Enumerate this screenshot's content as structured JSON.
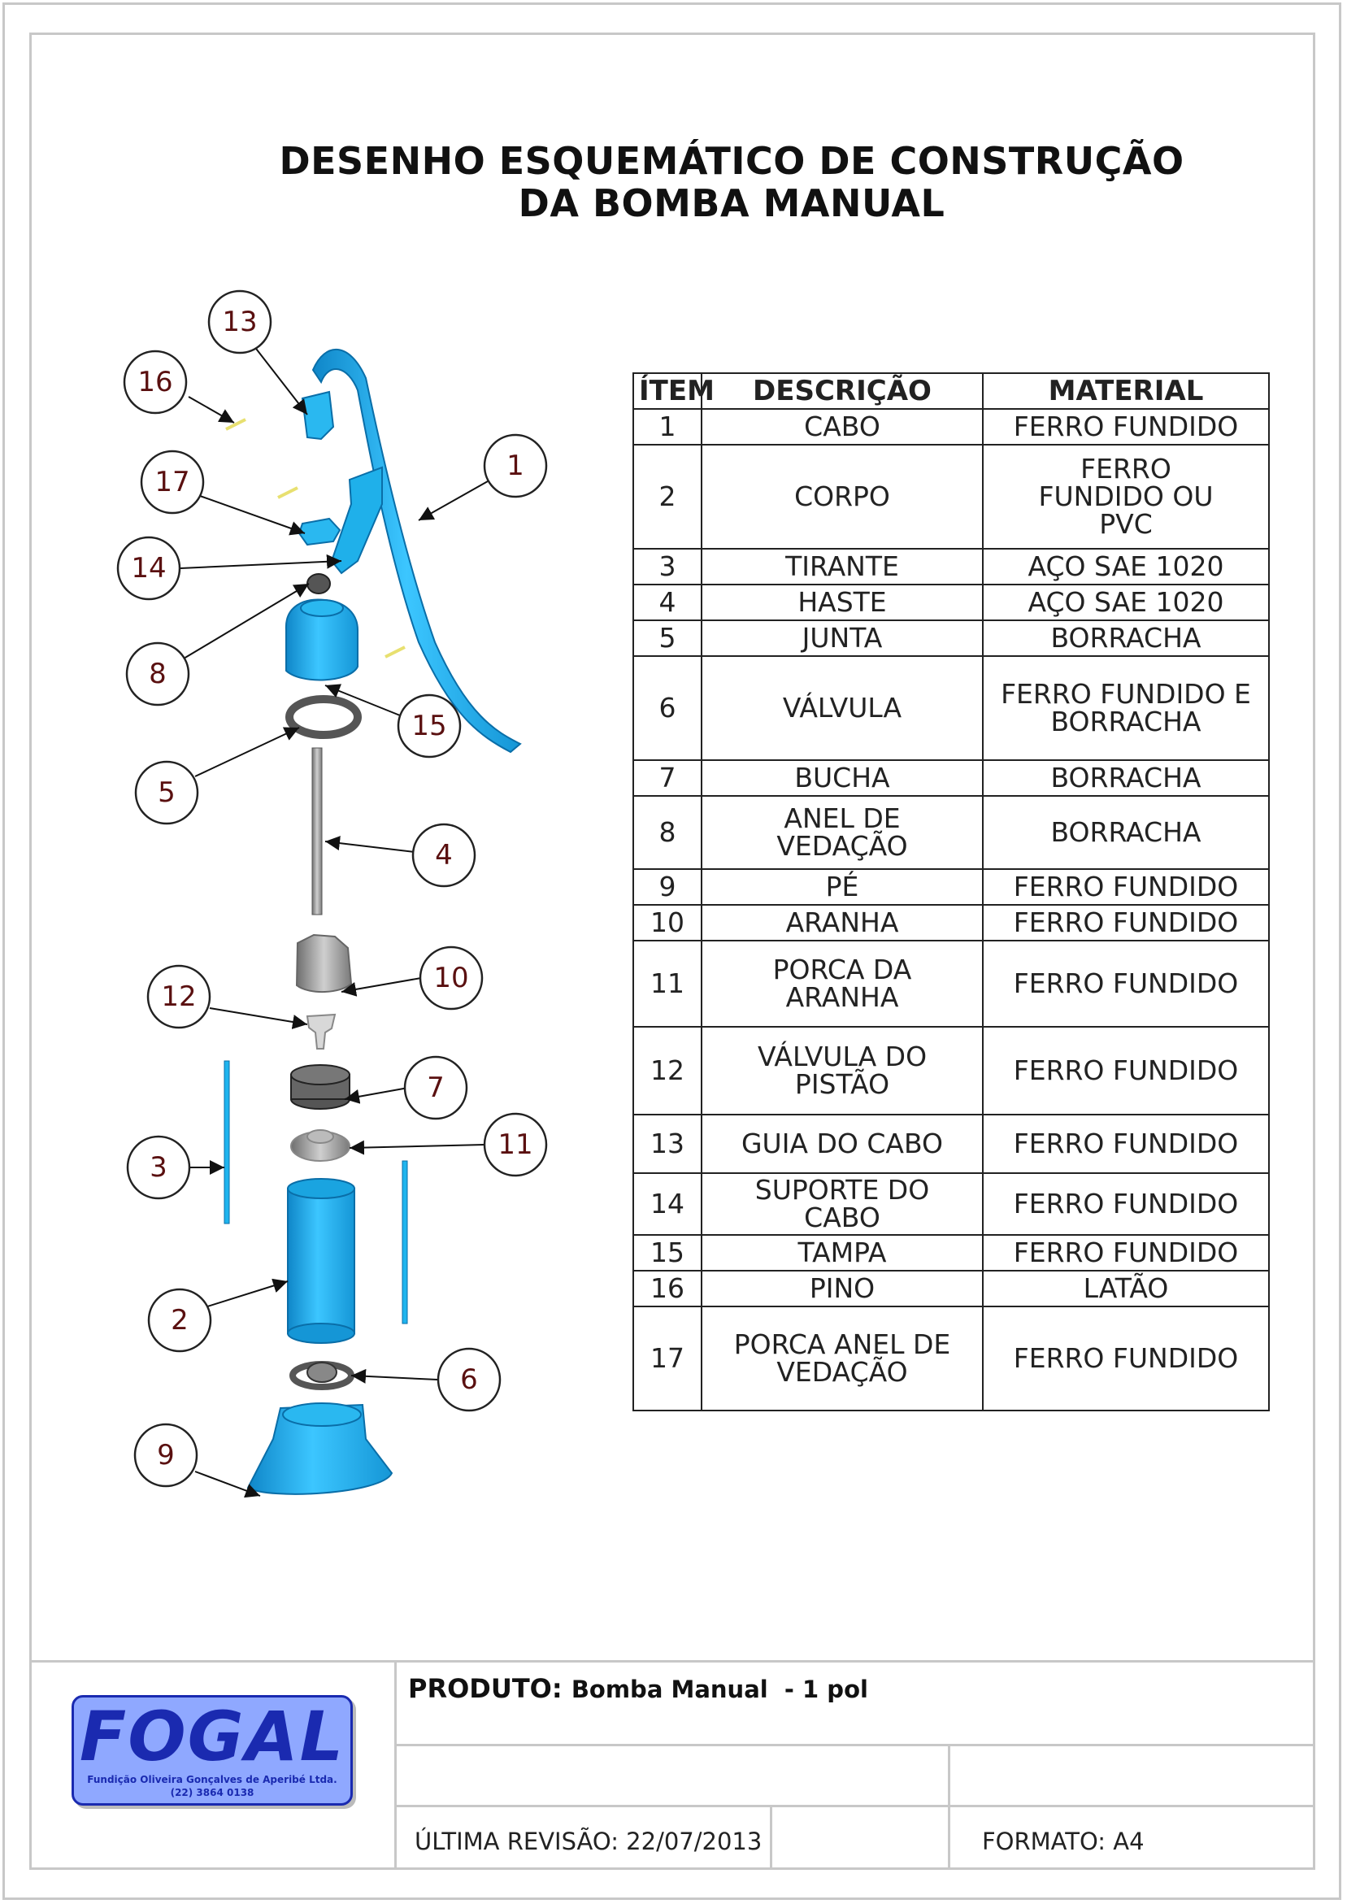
{
  "title": {
    "line1": "DESENHO ESQUEMÁTICO DE CONSTRUÇÃO",
    "line2": "DA BOMBA MANUAL"
  },
  "table": {
    "headers": [
      "ÍTEM",
      "DESCRIÇÃO",
      "MATERIAL"
    ],
    "rows": [
      {
        "item": "1",
        "descricao": "CABO",
        "material": "FERRO FUNDIDO"
      },
      {
        "item": "2",
        "descricao": "CORPO",
        "material": "FERRO FUNDIDO OU PVC"
      },
      {
        "item": "3",
        "descricao": "TIRANTE",
        "material": "AÇO SAE 1020"
      },
      {
        "item": "4",
        "descricao": "HASTE",
        "material": "AÇO SAE 1020"
      },
      {
        "item": "5",
        "descricao": "JUNTA",
        "material": "BORRACHA"
      },
      {
        "item": "6",
        "descricao": "VÁLVULA",
        "material": "FERRO FUNDIDO E BORRACHA"
      },
      {
        "item": "7",
        "descricao": "BUCHA",
        "material": "BORRACHA"
      },
      {
        "item": "8",
        "descricao": "ANEL DE VEDAÇÃO",
        "material": "BORRACHA"
      },
      {
        "item": "9",
        "descricao": "PÉ",
        "material": "FERRO FUNDIDO"
      },
      {
        "item": "10",
        "descricao": "ARANHA",
        "material": "FERRO FUNDIDO"
      },
      {
        "item": "11",
        "descricao": "PORCA DA ARANHA",
        "material": "FERRO FUNDIDO"
      },
      {
        "item": "12",
        "descricao": "VÁLVULA DO PISTÃO",
        "material": "FERRO FUNDIDO"
      },
      {
        "item": "13",
        "descricao": "GUIA DO CABO",
        "material": "FERRO FUNDIDO"
      },
      {
        "item": "14",
        "descricao": "SUPORTE DO CABO",
        "material": "FERRO FUNDIDO"
      },
      {
        "item": "15",
        "descricao": "TAMPA",
        "material": "FERRO FUNDIDO"
      },
      {
        "item": "16",
        "descricao": "PINO",
        "material": "LATÃO"
      },
      {
        "item": "17",
        "descricao": "PORCA ANEL DE VEDAÇÃO",
        "material": "FERRO FUNDIDO"
      }
    ]
  },
  "callouts": [
    "1",
    "2",
    "3",
    "4",
    "5",
    "6",
    "7",
    "8",
    "9",
    "10",
    "11",
    "12",
    "13",
    "14",
    "15",
    "16",
    "17"
  ],
  "titleblock": {
    "produto_label": "PRODUTO:",
    "produto_value": "Bomba Manual  - 1 pol",
    "revisao": "ÚLTIMA REVISÃO: 22/07/2013",
    "formato": "FORMATO: A4"
  },
  "logo": {
    "text": "FOGAL",
    "line1": "Fundição Oliveira Gonçalves de Aperibé Ltda.",
    "line2": "(22) 3864 0138"
  },
  "colors": {
    "part_blue": "#1fb4ee",
    "part_gray": "#8a8a8a",
    "callout": "#5a1010",
    "logo_blue": "#1a2ab0",
    "logo_bg": "#8fa8ff"
  }
}
